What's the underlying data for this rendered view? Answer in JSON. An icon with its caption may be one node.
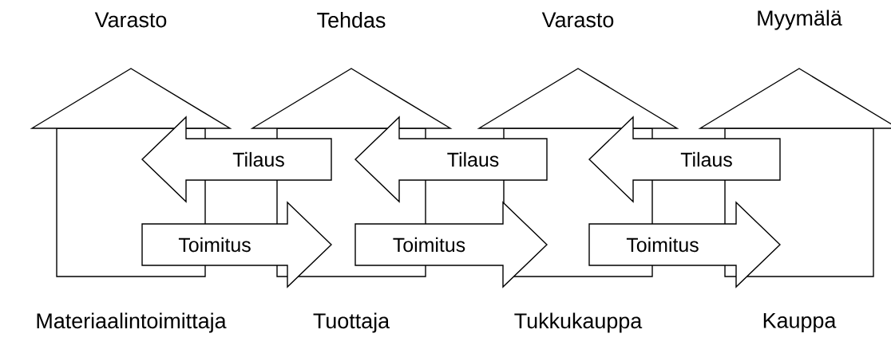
{
  "diagram": {
    "nodes": [
      {
        "text": [
          "Varasto",
          "Materiaalintoimittaja"
        ]
      },
      {
        "text": [
          "Tehdas",
          "Tuottaja"
        ]
      },
      {
        "text": [
          "Varasto",
          "Tukkukauppa"
        ]
      },
      {
        "text": [
          "Myymälä",
          "Kauppa"
        ]
      }
    ],
    "edges": [
      {
        "from": 1,
        "to": 0,
        "arrow": "to",
        "label": "Tilaus"
      },
      {
        "from": 0,
        "to": 1,
        "arrow": "to",
        "label": "Toimitus"
      },
      {
        "from": 2,
        "to": 1,
        "arrow": "to",
        "label": "Tilaus"
      },
      {
        "from": 1,
        "to": 2,
        "arrow": "to",
        "label": "Toimitus"
      },
      {
        "from": 3,
        "to": 2,
        "arrow": "to",
        "label": "Tilaus"
      },
      {
        "from": 2,
        "to": 3,
        "arrow": "to",
        "label": "Toimitus"
      }
    ]
  }
}
